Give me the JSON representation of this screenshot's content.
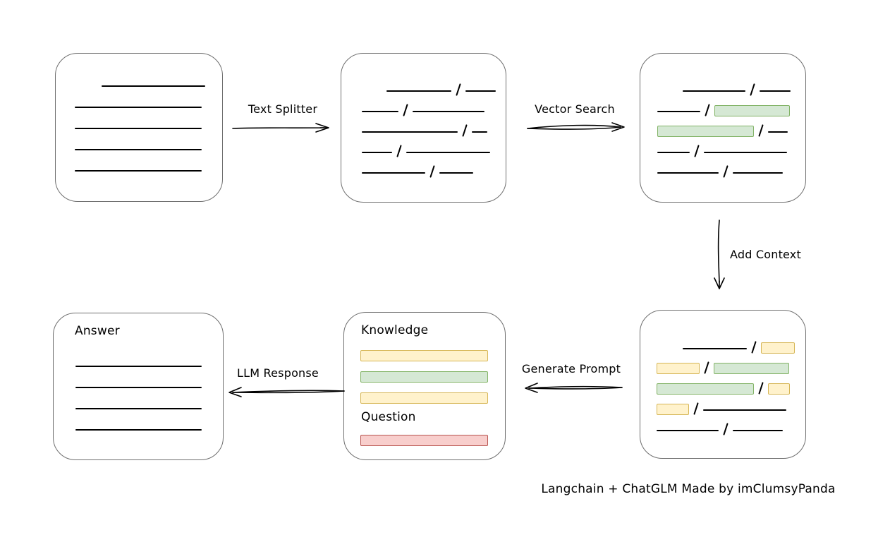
{
  "colors": {
    "green_fill": "#d5e8d4",
    "green_border": "#82b366",
    "yellow_fill": "#fff2cc",
    "yellow_border": "#d6b656",
    "red_fill": "#f8cecc",
    "red_border": "#b85450",
    "box_border": "#6f6f6f",
    "line": "#000000"
  },
  "caption": "Langchain + ChatGLM Made by imClumsyPanda",
  "arrows": {
    "text_splitter": {
      "label": "Text Splitter",
      "direction": "right"
    },
    "vector_search": {
      "label": "Vector Search",
      "direction": "right"
    },
    "add_context": {
      "label": "Add Context",
      "direction": "down"
    },
    "generate_prompt": {
      "label": "Generate Prompt",
      "direction": "left"
    },
    "llm_response": {
      "label": "LLM Response",
      "direction": "left"
    }
  },
  "boxes": {
    "document": {
      "rows": [
        [
          {
            "t": "sp",
            "w": 32
          },
          {
            "t": "ln",
            "w": 147
          }
        ],
        [
          {
            "t": "ln",
            "w": 180
          }
        ],
        [
          {
            "t": "ln",
            "w": 180
          }
        ],
        [
          {
            "t": "ln",
            "w": 180
          }
        ],
        [
          {
            "t": "ln",
            "w": 180
          }
        ]
      ]
    },
    "split": {
      "rows": [
        [
          {
            "t": "sp",
            "w": 29
          },
          {
            "t": "ln",
            "w": 92
          },
          {
            "t": "sl"
          },
          {
            "t": "ln",
            "w": 43
          }
        ],
        [
          {
            "t": "ln",
            "w": 52
          },
          {
            "t": "sl"
          },
          {
            "t": "ln",
            "w": 102
          }
        ],
        [
          {
            "t": "ln",
            "w": 136
          },
          {
            "t": "sl"
          },
          {
            "t": "ln",
            "w": 22
          }
        ],
        [
          {
            "t": "ln",
            "w": 43
          },
          {
            "t": "sl"
          },
          {
            "t": "ln",
            "w": 119
          }
        ],
        [
          {
            "t": "ln",
            "w": 90
          },
          {
            "t": "sl"
          },
          {
            "t": "ln",
            "w": 48
          }
        ]
      ]
    },
    "vector": {
      "rows": [
        [
          {
            "t": "sp",
            "w": 30
          },
          {
            "t": "ln",
            "w": 89
          },
          {
            "t": "sl"
          },
          {
            "t": "ln",
            "w": 44
          }
        ],
        [
          {
            "t": "ln",
            "w": 61
          },
          {
            "t": "sl"
          },
          {
            "t": "ch",
            "w": 107,
            "c": "green"
          }
        ],
        [
          {
            "t": "ch",
            "w": 137,
            "c": "green"
          },
          {
            "t": "sl"
          },
          {
            "t": "ln",
            "w": 28
          }
        ],
        [
          {
            "t": "ln",
            "w": 46
          },
          {
            "t": "sl"
          },
          {
            "t": "ln",
            "w": 118
          }
        ],
        [
          {
            "t": "ln",
            "w": 87
          },
          {
            "t": "sl"
          },
          {
            "t": "ln",
            "w": 71
          }
        ]
      ]
    },
    "context": {
      "rows": [
        [
          {
            "t": "sp",
            "w": 31
          },
          {
            "t": "ln",
            "w": 91
          },
          {
            "t": "sl"
          },
          {
            "t": "ch",
            "w": 48,
            "c": "yellow"
          }
        ],
        [
          {
            "t": "ch",
            "w": 61,
            "c": "yellow"
          },
          {
            "t": "sl"
          },
          {
            "t": "ch",
            "w": 107,
            "c": "green"
          }
        ],
        [
          {
            "t": "ch",
            "w": 138,
            "c": "green"
          },
          {
            "t": "sl"
          },
          {
            "t": "ch",
            "w": 31,
            "c": "yellow"
          }
        ],
        [
          {
            "t": "ch",
            "w": 46,
            "c": "yellow"
          },
          {
            "t": "sl"
          },
          {
            "t": "ln",
            "w": 118
          }
        ],
        [
          {
            "t": "ln",
            "w": 88
          },
          {
            "t": "sl"
          },
          {
            "t": "ln",
            "w": 71
          }
        ]
      ]
    },
    "prompt": {
      "knowledge_label": "Knowledge",
      "question_label": "Question",
      "knowledge_bars": [
        {
          "c": "yellow"
        },
        {
          "c": "green"
        },
        {
          "c": "yellow"
        }
      ],
      "question_bars": [
        {
          "c": "red"
        }
      ]
    },
    "answer": {
      "title": "Answer",
      "rows": [
        [
          {
            "t": "ln",
            "w": 179
          }
        ],
        [
          {
            "t": "ln",
            "w": 179
          }
        ],
        [
          {
            "t": "ln",
            "w": 179
          }
        ],
        [
          {
            "t": "ln",
            "w": 179
          }
        ]
      ]
    }
  }
}
